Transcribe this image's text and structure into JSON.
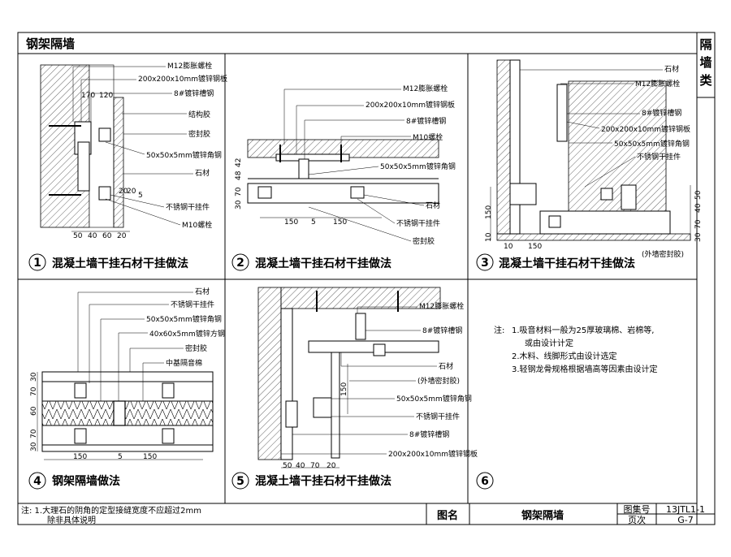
{
  "sheet": {
    "title": "钢架隔墙",
    "side_tab": [
      "隔",
      "墙",
      "类"
    ]
  },
  "panels": [
    {
      "num": "1",
      "caption": "混凝土墙干挂石材干挂做法",
      "labels": [
        "M12膨胀螺栓",
        "200x200x10mm镀锌钢板",
        "8#镀锌槽钢",
        "结构胶",
        "密封胶",
        "50x50x5mm镀锌角钢",
        "石材",
        "不锈钢干挂件",
        "M10螺栓"
      ],
      "dims": [
        "170",
        "120",
        "50",
        "40",
        "60",
        "20",
        "20",
        "20",
        "5"
      ]
    },
    {
      "num": "2",
      "caption": "混凝土墙干挂石材干挂做法",
      "labels": [
        "M12膨胀螺栓",
        "200x200x10mm镀锌钢板",
        "8#镀锌槽钢",
        "M10螺栓",
        "50x50x5mm镀锌角钢",
        "石材",
        "不锈钢干挂件",
        "密封胶"
      ],
      "dims": [
        "42",
        "48",
        "70",
        "30",
        "150",
        "5",
        "150"
      ]
    },
    {
      "num": "3",
      "caption": "混凝土墙干挂石材干挂做法",
      "labels": [
        "石材",
        "M12膨胀螺栓",
        "8#镀锌槽钢",
        "200x200x10mm镀锌钢板",
        "50x50x5mm镀锌角钢",
        "不锈钢干挂件",
        "(外墙密封胶)"
      ],
      "dims": [
        "150",
        "10",
        "10",
        "150",
        "50",
        "40",
        "70",
        "30"
      ]
    },
    {
      "num": "4",
      "caption": "钢架隔墙做法",
      "labels": [
        "石材",
        "不锈钢干挂件",
        "50x50x5mm镀锌角钢",
        "40x60x5mm镀锌方钢",
        "密封胶",
        "中基隔音棉"
      ],
      "dims": [
        "30",
        "70",
        "60",
        "70",
        "30",
        "150",
        "5",
        "150"
      ]
    },
    {
      "num": "5",
      "caption": "混凝土墙干挂石材干挂做法",
      "labels": [
        "M12膨胀螺栓",
        "8#镀锌槽钢",
        "石材",
        "(外墙密封胶)",
        "50x50x5mm镀锌角钢",
        "不锈钢干挂件",
        "8#镀锌槽钢",
        "200x200x10mm镀锌钢板"
      ],
      "dims": [
        "150",
        "50",
        "40",
        "70",
        "20"
      ]
    },
    {
      "num": "6",
      "caption": ""
    }
  ],
  "notes": {
    "prefix": "注:",
    "items": [
      "1.吸音材料一般为25厚玻璃棉、岩棉等,",
      "或由设计计定",
      "2.木料、线脚形式由设计选定",
      "3.轻钢龙骨规格根据墙高等因素由设计定"
    ]
  },
  "footer": {
    "note_line1": "注: 1.大理石的阴角的定型接缝宽度不应超过2mm",
    "note_line2": "除非具体说明",
    "name_label": "图名",
    "name_value": "钢架隔墙",
    "set_label": "图集号",
    "set_value": "13JTL1-1",
    "page_label": "页次",
    "page_value": "G-7"
  }
}
